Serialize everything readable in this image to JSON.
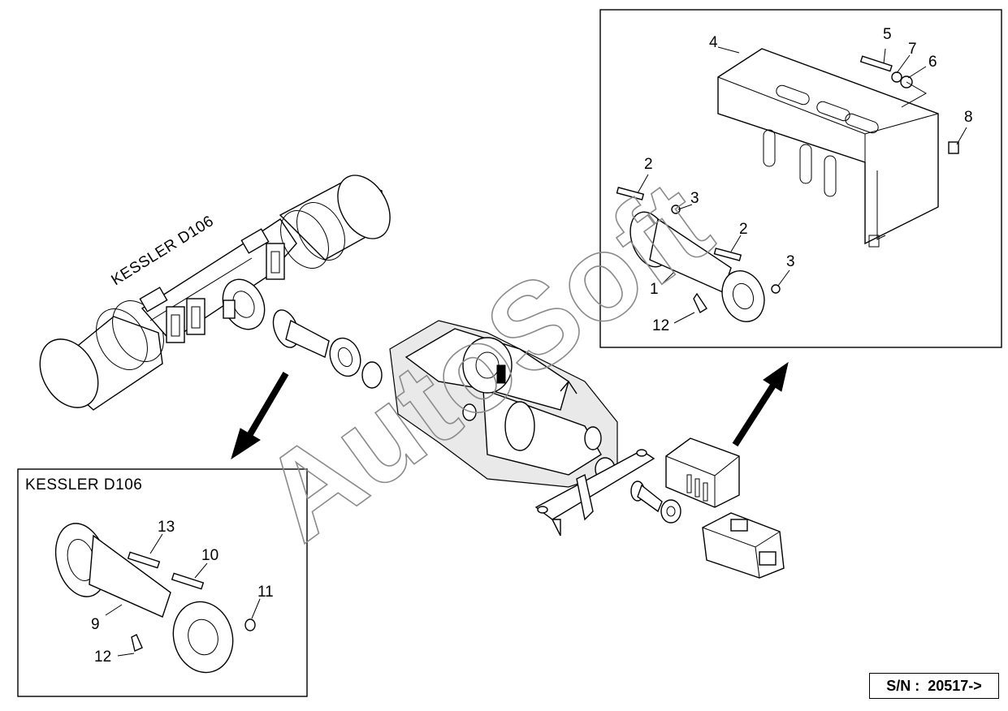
{
  "diagram": {
    "axle_label": "KESSLER  D106",
    "inset_left_title": "KESSLER  D106",
    "watermark": "AutoSoft",
    "serial": {
      "prefix": "S/N :",
      "value": "20517->"
    },
    "inset_right_callouts": {
      "c1": "1",
      "c2a": "2",
      "c2b": "2",
      "c3a": "3",
      "c3b": "3",
      "c4": "4",
      "c5": "5",
      "c6": "6",
      "c7": "7",
      "c8": "8",
      "c12": "12"
    },
    "inset_left_callouts": {
      "c9": "9",
      "c10": "10",
      "c11": "11",
      "c12": "12",
      "c13": "13"
    }
  }
}
